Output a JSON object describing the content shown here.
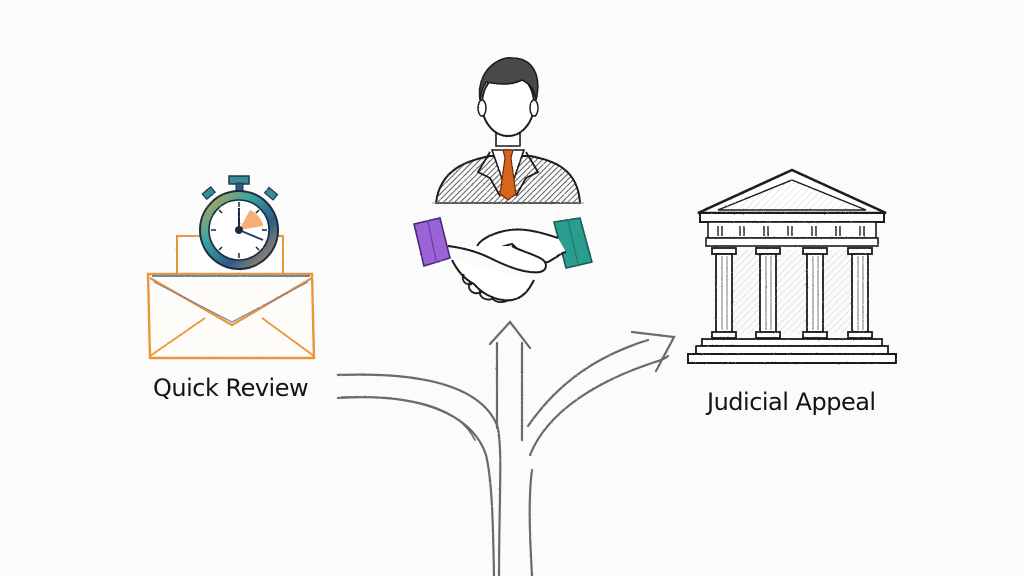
{
  "diagram": {
    "type": "decision-paths",
    "style": "hand-drawn sketch",
    "background_color": "#fbfbfb",
    "paths": [
      {
        "id": "left",
        "label": "Quick Review",
        "icon": "envelope-stopwatch-icon",
        "colors": {
          "envelope": "#e8963a",
          "stopwatch_ring": "#3aa6a0",
          "stopwatch_accent": "#f08a3a"
        }
      },
      {
        "id": "center",
        "label": "",
        "icon": "businessman-handshake-icon",
        "colors": {
          "tie": "#d9651e",
          "suit": "#555555",
          "left_cuff": "#9b63d6",
          "right_cuff": "#2a9d8f"
        }
      },
      {
        "id": "right",
        "label": "Judicial Appeal",
        "icon": "courthouse-icon",
        "colors": {
          "building": "#222222"
        }
      }
    ],
    "arrows": {
      "description": "Road splits into three arrows: left curve, straight up, right curve",
      "stroke_color": "#6a6a6a"
    }
  }
}
